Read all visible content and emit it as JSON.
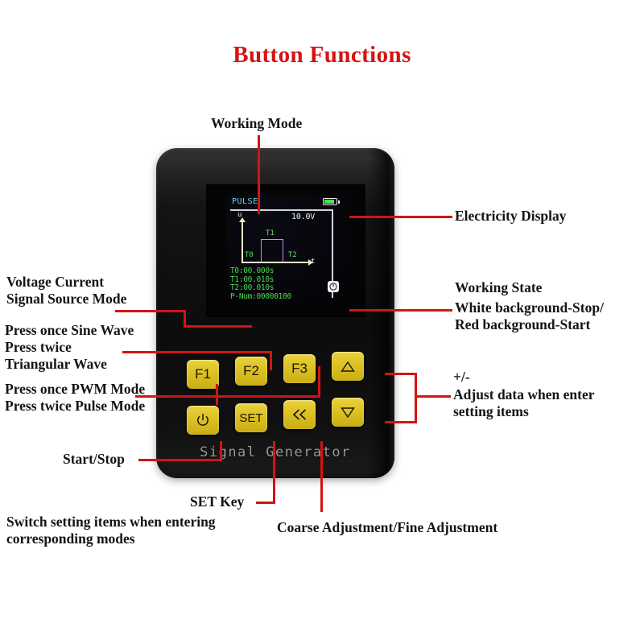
{
  "page": {
    "title": "Button Functions",
    "accent_red": "#d21414",
    "title_color": "#d61313",
    "background": "#ffffff"
  },
  "device": {
    "brand_text": "Signal Generator",
    "body_color": "#0f0f0f",
    "key_color": "#ddc223",
    "keys": [
      {
        "id": "f1",
        "label": "F1",
        "icon": null
      },
      {
        "id": "f2",
        "label": "F2",
        "icon": null
      },
      {
        "id": "f3",
        "label": "F3",
        "icon": null
      },
      {
        "id": "up",
        "label": "",
        "icon": "triangle-up-icon"
      },
      {
        "id": "power",
        "label": "",
        "icon": "power-icon"
      },
      {
        "id": "set",
        "label": "SET",
        "icon": null
      },
      {
        "id": "back",
        "label": "≪",
        "icon": "double-chevron-left-icon"
      },
      {
        "id": "down",
        "label": "",
        "icon": "triangle-down-icon"
      }
    ]
  },
  "lcd": {
    "mode": "PULSE",
    "voltage": "10.0V",
    "battery_icon": "battery-full-icon",
    "battery_color": "#4fe24f",
    "axis_y_label": "u",
    "axis_x_label": "t",
    "waveform_labels": {
      "t0": "T0",
      "t1": "T1",
      "t2": "T2"
    },
    "waveform_color": "#c58ee8",
    "params": [
      "T0:00.000s",
      "T1:00.010s",
      "T2:00.010s",
      "P-Num:00000100"
    ],
    "state_icon": "power-state-icon",
    "state_background": "#f3f3f3",
    "text_color": "#49dc49",
    "mode_color": "#63d7ea"
  },
  "annotations": {
    "working_mode": "Working Mode",
    "electricity_display": "Electricity Display",
    "working_state_title": "Working State",
    "working_state_detail": "White background-Stop/\nRed background-Start",
    "voltage_current_mode": "Voltage Current\nSignal Source Mode",
    "f2_function": "Press once Sine Wave\nPress twice\nTriangular Wave",
    "f3_function": "Press once PWM Mode\nPress twice Pulse Mode",
    "plus_minus": "+/-",
    "adjust_data": "Adjust data when enter\nsetting items",
    "start_stop": "Start/Stop",
    "set_key": "SET Key",
    "switch_items": "Switch setting items when entering\ncorresponding modes",
    "coarse_fine": "Coarse Adjustment/Fine Adjustment"
  }
}
